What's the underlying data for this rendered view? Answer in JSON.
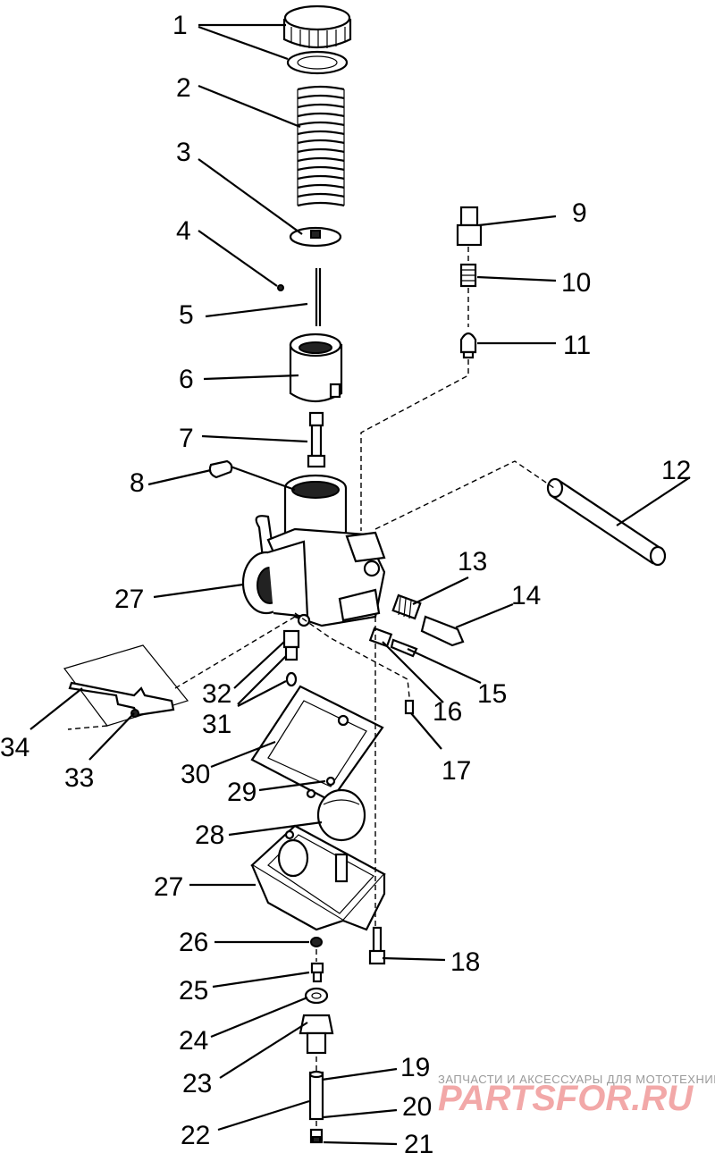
{
  "callouts": [
    {
      "id": "c1",
      "text": "1"
    },
    {
      "id": "c2",
      "text": "2"
    },
    {
      "id": "c3",
      "text": "3"
    },
    {
      "id": "c4",
      "text": "4"
    },
    {
      "id": "c5",
      "text": "5"
    },
    {
      "id": "c6",
      "text": "6"
    },
    {
      "id": "c7",
      "text": "7"
    },
    {
      "id": "c8",
      "text": "8"
    },
    {
      "id": "c9",
      "text": "9"
    },
    {
      "id": "c10",
      "text": "10"
    },
    {
      "id": "c11",
      "text": "11"
    },
    {
      "id": "c12",
      "text": "12"
    },
    {
      "id": "c13",
      "text": "13"
    },
    {
      "id": "c14",
      "text": "14"
    },
    {
      "id": "c15",
      "text": "15"
    },
    {
      "id": "c16",
      "text": "16"
    },
    {
      "id": "c17",
      "text": "17"
    },
    {
      "id": "c27a",
      "text": "27"
    },
    {
      "id": "c32",
      "text": "32"
    },
    {
      "id": "c31",
      "text": "31"
    },
    {
      "id": "c34",
      "text": "34"
    },
    {
      "id": "c33",
      "text": "33"
    },
    {
      "id": "c30",
      "text": "30"
    },
    {
      "id": "c29",
      "text": "29"
    },
    {
      "id": "c28",
      "text": "28"
    },
    {
      "id": "c27b",
      "text": "27"
    },
    {
      "id": "c26",
      "text": "26"
    },
    {
      "id": "c18",
      "text": "18"
    },
    {
      "id": "c25",
      "text": "25"
    },
    {
      "id": "c24",
      "text": "24"
    },
    {
      "id": "c23",
      "text": "23"
    },
    {
      "id": "c19",
      "text": "19"
    },
    {
      "id": "c20",
      "text": "20"
    },
    {
      "id": "c22",
      "text": "22"
    },
    {
      "id": "c21",
      "text": "21"
    }
  ],
  "watermark": {
    "tagline": "ЗАПЧАСТИ И АКСЕССУАРЫ ДЛЯ МОТОТЕХНИКИ",
    "brand": "PARTSFOR.RU"
  },
  "colors": {
    "ink": "#000000",
    "watermark_brand": "#f2a8a8",
    "watermark_tagline": "#9a9a9a"
  }
}
